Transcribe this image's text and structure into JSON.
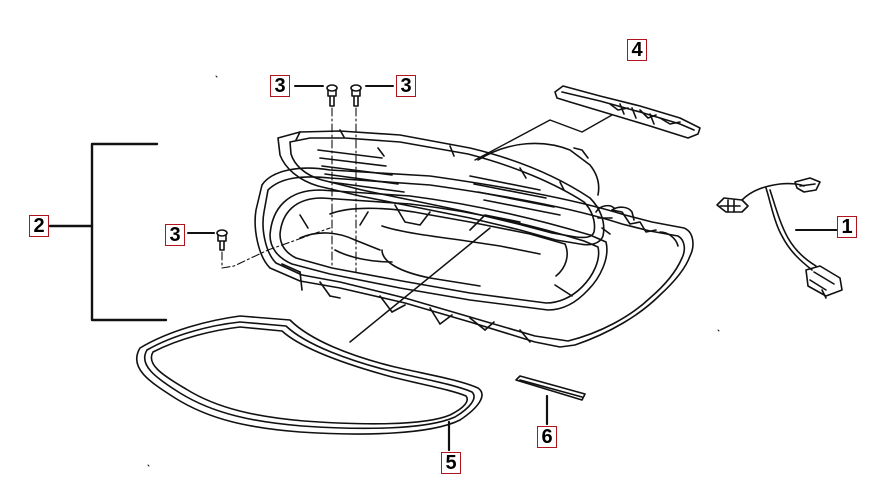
{
  "diagram": {
    "callouts": [
      {
        "label": "1"
      },
      {
        "label": "2"
      },
      {
        "label": "3"
      },
      {
        "label": "3"
      },
      {
        "label": "3"
      },
      {
        "label": "4"
      },
      {
        "label": "5"
      },
      {
        "label": "6"
      }
    ],
    "colors": {
      "line": "#111111",
      "callout_border": "#b0141c",
      "background": "#ffffff"
    }
  }
}
